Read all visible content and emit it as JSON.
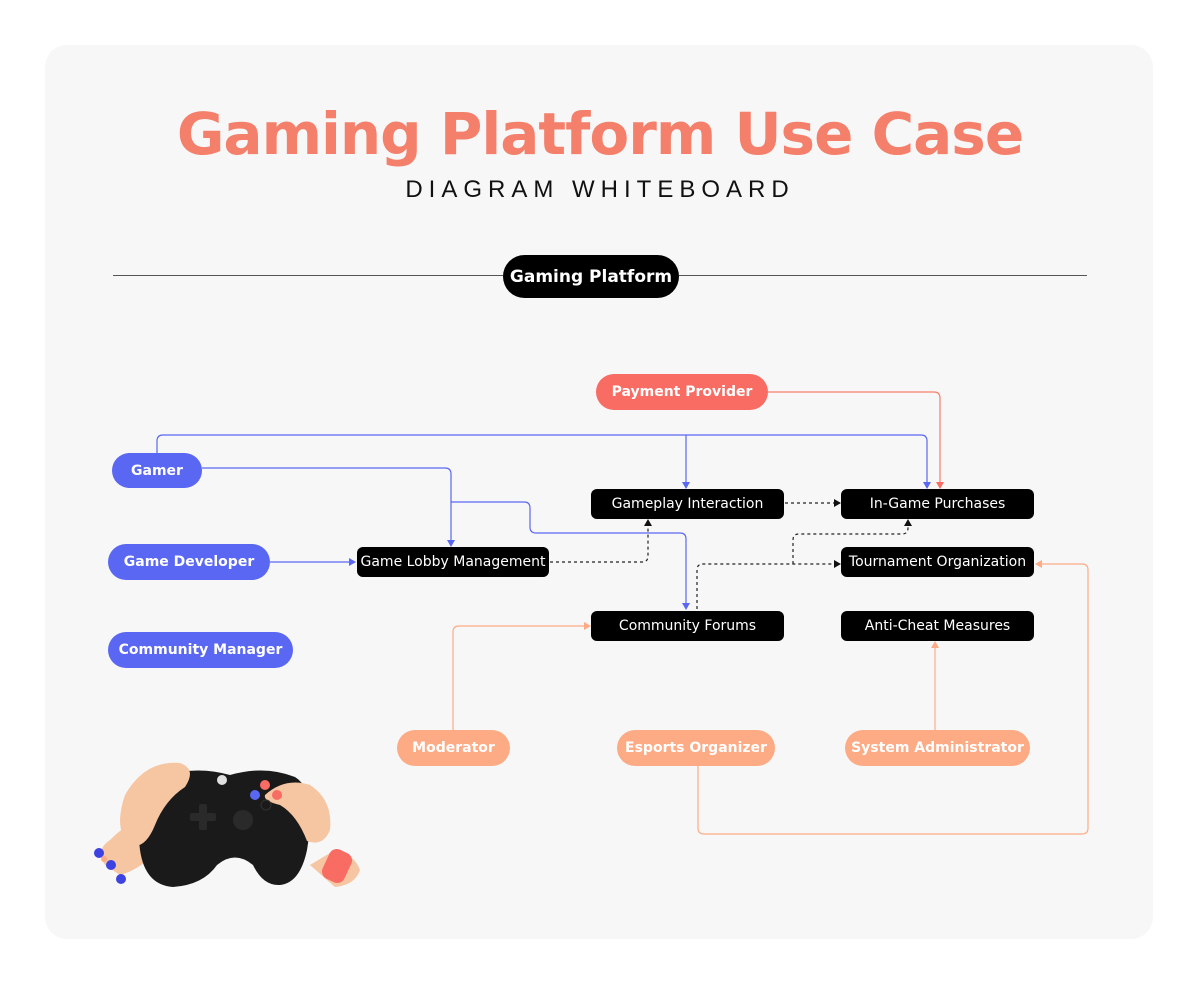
{
  "header": {
    "title": "Gaming Platform Use Case",
    "subtitle": "DIAGRAM WHITEBOARD"
  },
  "system": {
    "label": "Gaming Platform"
  },
  "actors": {
    "payment_provider": "Payment Provider",
    "gamer": "Gamer",
    "game_developer": "Game Developer",
    "community_manager": "Community Manager",
    "moderator": "Moderator",
    "esports_organizer": "Esports Organizer",
    "system_administrator": "System Administrator"
  },
  "use_cases": {
    "gameplay_interaction": "Gameplay Interaction",
    "in_game_purchases": "In-Game Purchases",
    "game_lobby_management": "Game Lobby Management",
    "tournament_organization": "Tournament Organization",
    "community_forums": "Community Forums",
    "anti_cheat_measures": "Anti-Cheat Measures"
  },
  "colors": {
    "title": "#f47f6a",
    "actor_blue": "#5a67f3",
    "actor_red": "#f86c63",
    "actor_peach": "#fcab85",
    "use_case": "#000000",
    "board": "#f8f7f7"
  },
  "illustration": {
    "icon": "game-controller-with-hands-icon"
  }
}
